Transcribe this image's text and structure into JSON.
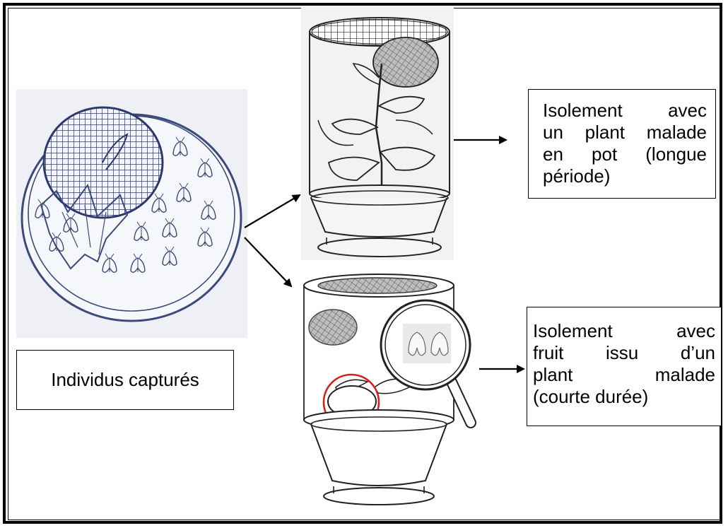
{
  "labels": {
    "captured": "Individus capturés",
    "plant_isolation": [
      "Isolement avec",
      "un plant malade",
      "en pot (longue",
      "période)"
    ],
    "fruit_isolation": [
      "Isolement avec",
      "fruit issu d’un",
      "plant malade",
      "(courte durée)"
    ]
  },
  "colors": {
    "sketch_blue": "#3b4a7a",
    "ink": "#1a1a1a",
    "highlight_circle": "#d81e1e"
  },
  "icons": [
    "mesh-cage-drawing",
    "potted-plant-cage-drawing",
    "fruit-cage-drawing",
    "magnifier-icon",
    "whitefly-icon",
    "arrow-icon"
  ]
}
